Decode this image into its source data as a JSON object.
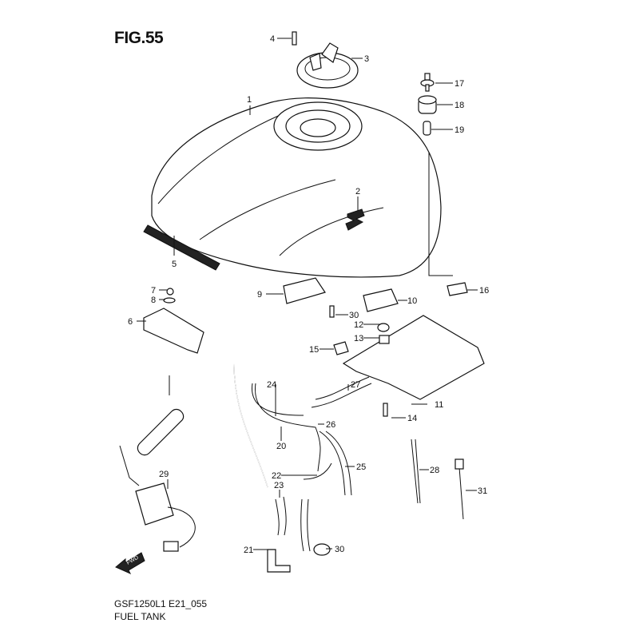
{
  "figure_title": "FIG.55",
  "model_code": "GSF1250L1 E21_055",
  "caption": "FUEL TANK",
  "direction_marker": "FWD",
  "callouts": {
    "c1": "1",
    "c2": "2",
    "c3": "3",
    "c4": "4",
    "c5": "5",
    "c6": "6",
    "c7": "7",
    "c8": "8",
    "c9": "9",
    "c10": "10",
    "c11": "11",
    "c12": "12",
    "c13": "13",
    "c14": "14",
    "c15": "15",
    "c16": "16",
    "c17": "17",
    "c18": "18",
    "c19": "19",
    "c20": "20",
    "c21": "21",
    "c22": "22",
    "c23": "23",
    "c24": "24",
    "c25": "25",
    "c26": "26",
    "c27": "27",
    "c28": "28",
    "c29": "29",
    "c30a": "30",
    "c30b": "30",
    "c31": "31"
  }
}
